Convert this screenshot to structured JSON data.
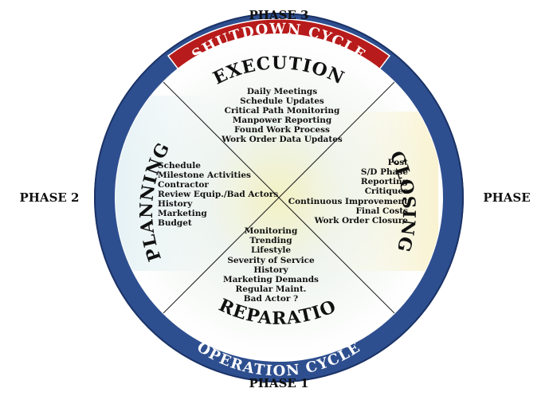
{
  "phase_labels": {
    "top": "PHASE 3",
    "left": "PHASE 2",
    "right": "PHASE",
    "bottom": "PHASE 1"
  },
  "ring": {
    "top_title": "SHUTDOWN CYCLE",
    "bottom_title": "OPERATION CYCLE",
    "colors": {
      "ring_blue": "#2e4f8f",
      "ring_red": "#b81b1b",
      "divider": "#1a1a1a"
    }
  },
  "quadrants": {
    "execution": {
      "title": "EXECUTION",
      "items": [
        "Daily Meetings",
        "Schedule Updates",
        "Critical Path Monitoring",
        "Manpower Reporting",
        "Found Work Process",
        "Work Order Data Updates"
      ]
    },
    "planning": {
      "title": "PLANNING",
      "items": [
        "Schedule",
        "Milestone Activities",
        "Contractor",
        "Review Equip./Bad Actors",
        "History",
        "Marketing",
        "Budget"
      ]
    },
    "closing": {
      "title": "CLOSING",
      "items": [
        "Post",
        "S/D Phase",
        "Reporting",
        "Critiques",
        "Continuous Improvement",
        "Final Costs",
        "Work Order Closure"
      ]
    },
    "preparation": {
      "title": "PREPARATION",
      "items": [
        "Monitoring",
        "Trending",
        "Lifestyle",
        "Severity of Service",
        "History",
        "Marketing Demands",
        "Regular Maint.",
        "Bad Actor ?"
      ]
    }
  }
}
